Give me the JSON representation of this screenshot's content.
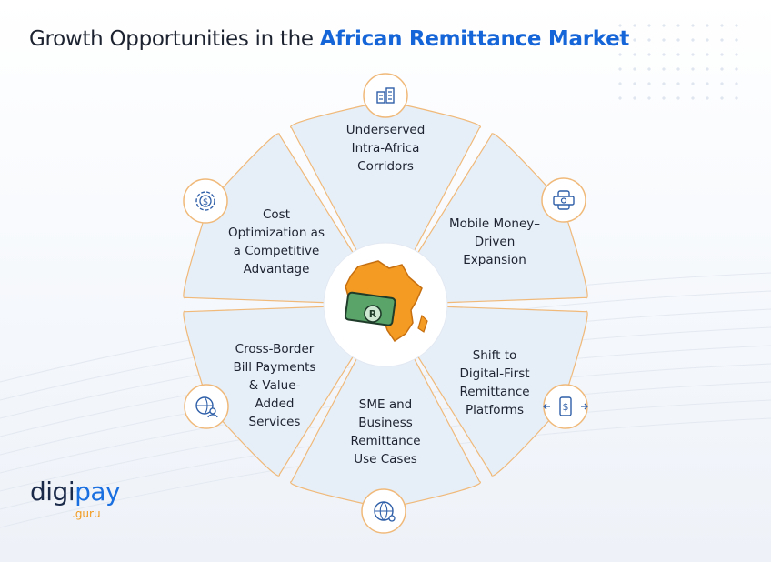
{
  "header": {
    "title_prefix": "Growth Opportunities in the ",
    "title_highlight": "African Remittance Market"
  },
  "center": {
    "icon": "africa-map-with-banknote-icon"
  },
  "petals": [
    {
      "id": "intra-africa",
      "lines": [
        "Underserved",
        "Intra-Africa",
        "Corridors"
      ],
      "icon": "buildings-icon"
    },
    {
      "id": "mobile-money",
      "lines": [
        "Mobile Money–",
        "Driven",
        "Expansion"
      ],
      "icon": "mobile-cash-icon"
    },
    {
      "id": "digital-first",
      "lines": [
        "Shift to",
        "Digital-First",
        "Remittance",
        "Platforms"
      ],
      "icon": "phone-transfer-icon"
    },
    {
      "id": "sme",
      "lines": [
        "SME and",
        "Business",
        "Remittance",
        "Use Cases"
      ],
      "icon": "globe-network-icon"
    },
    {
      "id": "cross-border",
      "lines": [
        "Cross-Border",
        "Bill Payments",
        "& Value-",
        "Added",
        "Services"
      ],
      "icon": "globe-user-icon"
    },
    {
      "id": "cost",
      "lines": [
        "Cost",
        "Optimization as",
        "a Competitive",
        "Advantage"
      ],
      "icon": "dollar-gear-icon"
    }
  ],
  "logo": {
    "main_a": "digi",
    "main_b": "pay",
    "sub": ".guru"
  },
  "colors": {
    "accent": "#1565d8",
    "petal_fill": "#e6eef8",
    "outline": "#f0b979",
    "icon_stroke": "#2f5fa8"
  }
}
